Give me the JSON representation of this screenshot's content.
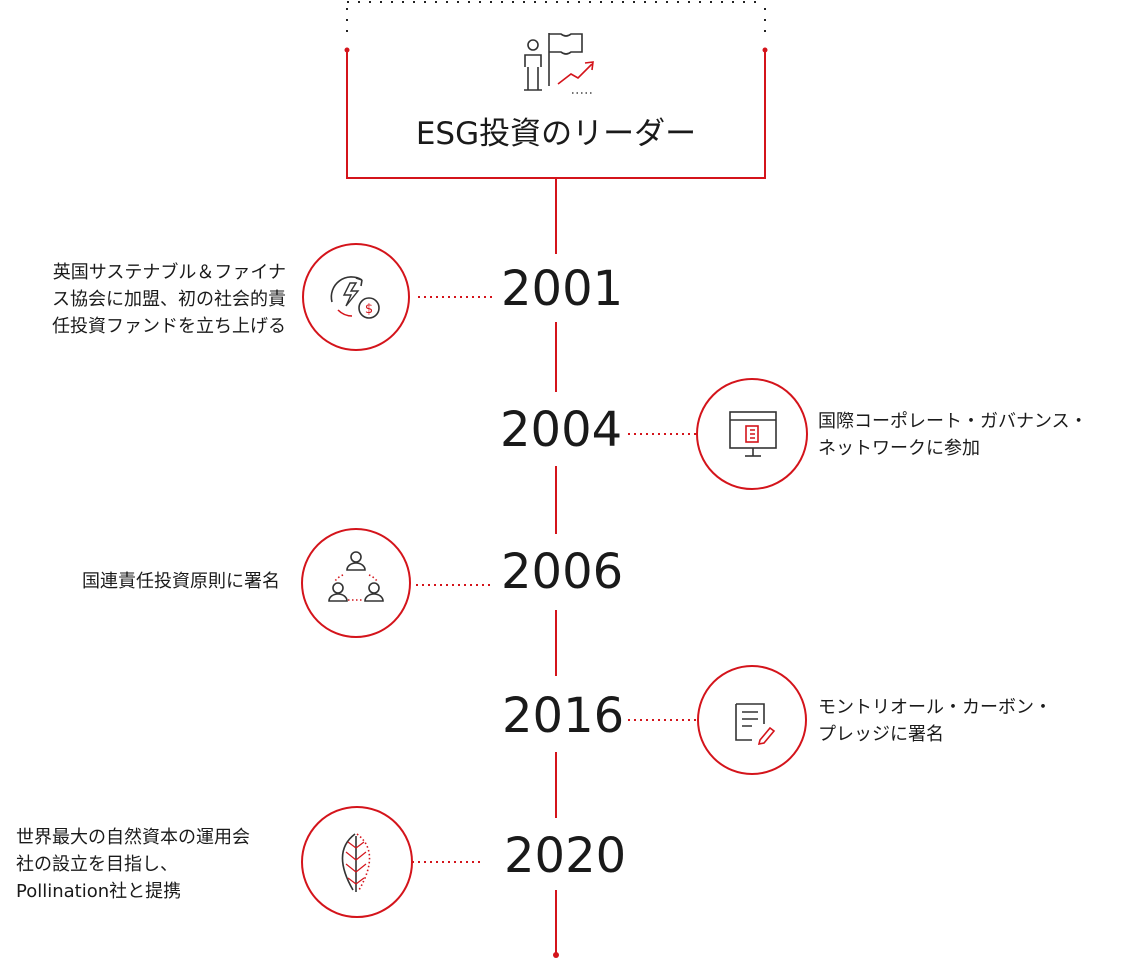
{
  "header": {
    "title": "ESG投資のリーダー",
    "icon": "leader-flag-growth-icon"
  },
  "colors": {
    "accent": "#d4141b",
    "text": "#1a1a1a",
    "background": "#ffffff"
  },
  "timeline": [
    {
      "year": "2001",
      "side": "left",
      "icon": "energy-money-cycle-icon",
      "lines": [
        "英国サステナブル＆ファイナ",
        "ス協会に加盟、初の社会的責",
        "任投資ファンドを立ち上げる"
      ]
    },
    {
      "year": "2004",
      "side": "right",
      "icon": "presentation-board-icon",
      "lines": [
        "国際コーポレート・ガバナンス・",
        "ネットワークに参加"
      ]
    },
    {
      "year": "2006",
      "side": "left",
      "icon": "people-network-icon",
      "lines": [
        "国連責任投資原則に署名"
      ]
    },
    {
      "year": "2016",
      "side": "right",
      "icon": "document-sign-icon",
      "lines": [
        "モントリオール・カーボン・",
        "プレッジに署名"
      ]
    },
    {
      "year": "2020",
      "side": "left",
      "icon": "leaf-icon",
      "lines": [
        "世界最大の自然資本の運用会",
        "社の設立を目指し、",
        "Pollination社と提携"
      ]
    }
  ]
}
